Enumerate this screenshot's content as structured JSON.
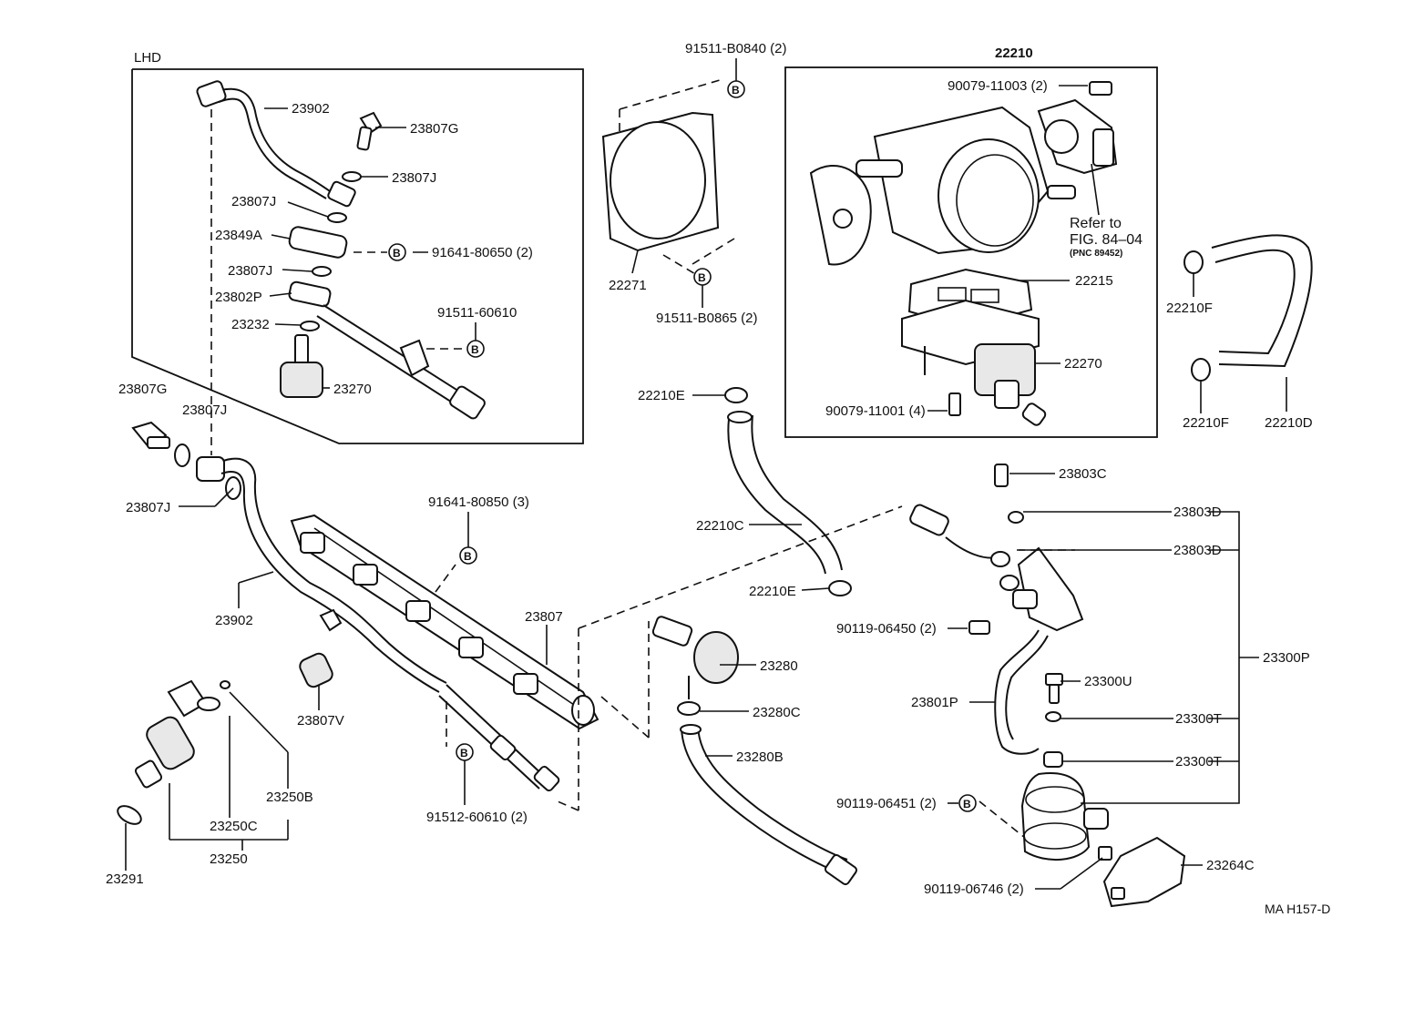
{
  "diagram": {
    "code": "MA H157-D",
    "box_lhd": {
      "title": "LHD"
    },
    "box_throttle": {
      "title": "22210"
    },
    "refer_note": [
      "Refer to",
      "FIG. 84–04",
      "(PNC 89452)"
    ],
    "bolt_symbol": "B",
    "labels": [
      {
        "id": "l1",
        "text": "23902"
      },
      {
        "id": "l2",
        "text": "23807G"
      },
      {
        "id": "l3",
        "text": "23807J"
      },
      {
        "id": "l4",
        "text": "23807J"
      },
      {
        "id": "l5",
        "text": "23849A"
      },
      {
        "id": "l6",
        "text": "91641-80650 (2)"
      },
      {
        "id": "l7",
        "text": "23807J"
      },
      {
        "id": "l8",
        "text": "23802P"
      },
      {
        "id": "l9",
        "text": "91511-60610"
      },
      {
        "id": "l10",
        "text": "23232"
      },
      {
        "id": "l11",
        "text": "23270"
      },
      {
        "id": "l12",
        "text": "23807G"
      },
      {
        "id": "l13",
        "text": "23807J"
      },
      {
        "id": "l14",
        "text": "23807J"
      },
      {
        "id": "l15",
        "text": "91641-80850 (3)"
      },
      {
        "id": "l16",
        "text": "23902"
      },
      {
        "id": "l17",
        "text": "23807"
      },
      {
        "id": "l18",
        "text": "23807V"
      },
      {
        "id": "l19",
        "text": "23250B"
      },
      {
        "id": "l20",
        "text": "23250C"
      },
      {
        "id": "l21",
        "text": "23250"
      },
      {
        "id": "l22",
        "text": "23291"
      },
      {
        "id": "l23",
        "text": "91512-60610 (2)"
      },
      {
        "id": "l24",
        "text": "91511-B0840 (2)"
      },
      {
        "id": "l25",
        "text": "22271"
      },
      {
        "id": "l26",
        "text": "91511-B0865 (2)"
      },
      {
        "id": "l27",
        "text": "90079-11003 (2)"
      },
      {
        "id": "l28",
        "text": "22215"
      },
      {
        "id": "l29",
        "text": "22270"
      },
      {
        "id": "l30",
        "text": "90079-11001 (4)"
      },
      {
        "id": "l31",
        "text": "22210F"
      },
      {
        "id": "l32",
        "text": "22210F"
      },
      {
        "id": "l33",
        "text": "22210D"
      },
      {
        "id": "l34",
        "text": "22210E"
      },
      {
        "id": "l35",
        "text": "22210C"
      },
      {
        "id": "l36",
        "text": "22210E"
      },
      {
        "id": "l37",
        "text": "23280"
      },
      {
        "id": "l38",
        "text": "23280C"
      },
      {
        "id": "l39",
        "text": "23280B"
      },
      {
        "id": "l40",
        "text": "23803C"
      },
      {
        "id": "l41",
        "text": "23803D"
      },
      {
        "id": "l42",
        "text": "23803D"
      },
      {
        "id": "l43",
        "text": "90119-06450 (2)"
      },
      {
        "id": "l44",
        "text": "23300U"
      },
      {
        "id": "l45",
        "text": "23300P"
      },
      {
        "id": "l46",
        "text": "23801P"
      },
      {
        "id": "l47",
        "text": "23300T"
      },
      {
        "id": "l48",
        "text": "23300T"
      },
      {
        "id": "l49",
        "text": "90119-06451 (2)"
      },
      {
        "id": "l50",
        "text": "23264C"
      },
      {
        "id": "l51",
        "text": "90119-06746 (2)"
      }
    ]
  }
}
